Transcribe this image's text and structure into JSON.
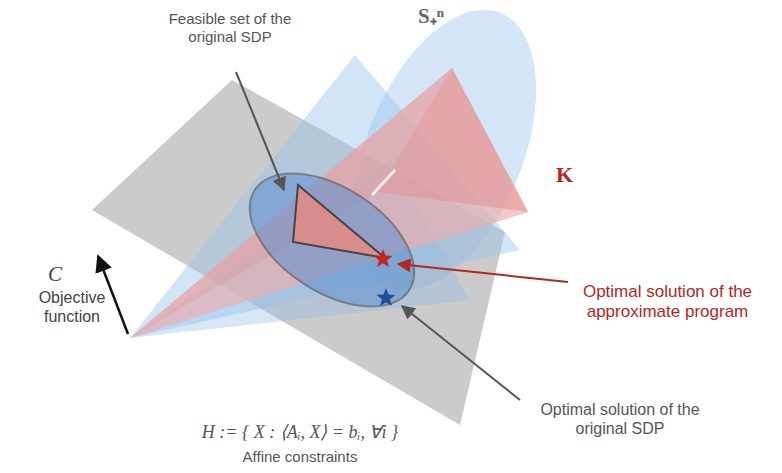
{
  "diagram": {
    "labels": [
      "Feasible set of the original SDP",
      "S₊ⁿ",
      "K",
      "C",
      "Objective function",
      "Optimal solution of the approximate program",
      "Optimal solution of the original SDP",
      "H := { X : ⟨Aᵢ, X⟩ = bᵢ, ∀i }",
      "Affine constraints"
    ]
  }
}
